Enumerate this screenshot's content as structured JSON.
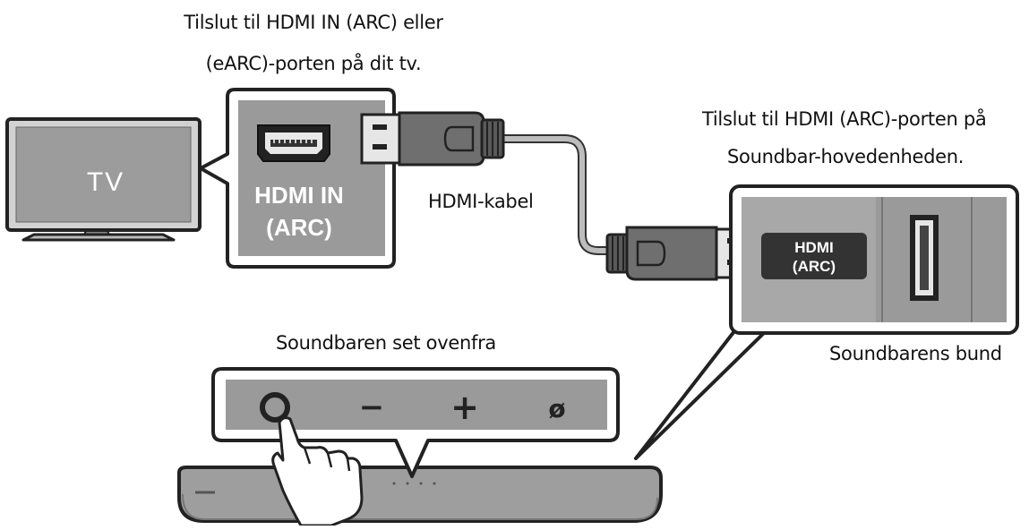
{
  "captions": {
    "tv_port_line1": "Tilslut til HDMI IN (ARC) eller",
    "tv_port_line2": "(eARC)-porten på dit tv.",
    "soundbar_port_line1": "Tilslut til HDMI (ARC)-porten på",
    "soundbar_port_line2": "Soundbar-hovedenheden.",
    "cable": "HDMI-kabel",
    "top_view": "Soundbaren set ovenfra",
    "bottom_view": "Soundbarens bund"
  },
  "tv": {
    "label": "TV"
  },
  "tv_port": {
    "line1": "HDMI IN",
    "line2": "(ARC)"
  },
  "soundbar_port": {
    "line1": "HDMI",
    "line2": "(ARC)"
  },
  "buttons": {
    "minus": "−",
    "plus": "+",
    "mic": "ø"
  },
  "colors": {
    "panel_gray": "#9a9a9a",
    "dark_gray": "#555555",
    "cable_gray": "#b5b5b5",
    "outline": "#222222"
  },
  "icons": [
    "tv-icon",
    "hdmi-port-icon",
    "hdmi-connector-icon",
    "power-button-icon",
    "hand-icon",
    "soundbar-icon"
  ]
}
